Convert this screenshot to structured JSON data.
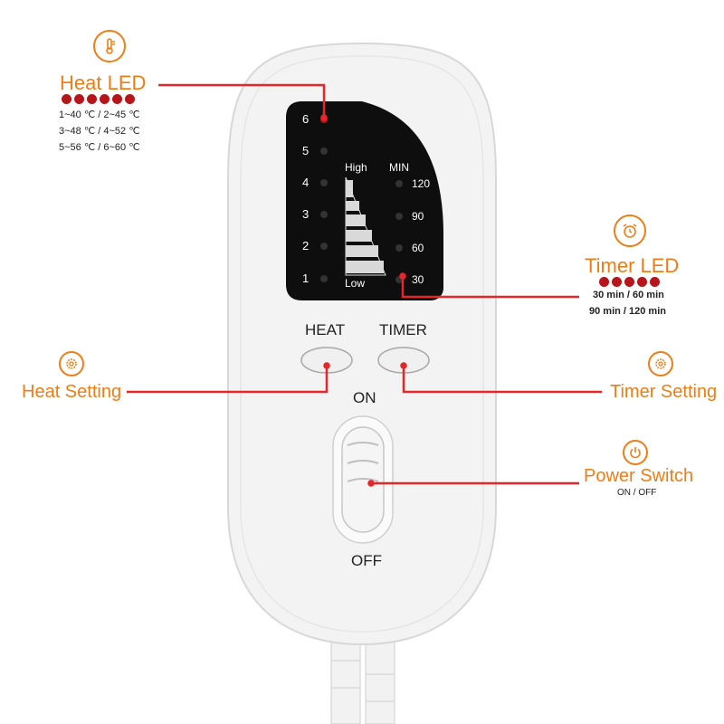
{
  "heat_led": {
    "title": "Heat LED",
    "dot_count": 6,
    "levels_line1": "1~40 ℃  /  2~45 ℃",
    "levels_line2": "3~48 ℃  /  4~52 ℃",
    "levels_line3": "5~56 ℃  /  6~60 ℃",
    "icon": "thermometer-icon"
  },
  "timer_led": {
    "title": "Timer LED",
    "dot_count": 5,
    "times_line1": "30 min  /  60 min",
    "times_line2": "90 min  /  120 min",
    "icon": "alarm-clock-icon"
  },
  "heat_setting": {
    "title": "Heat Setting",
    "icon": "gear-icon"
  },
  "timer_setting": {
    "title": "Timer Setting",
    "icon": "gear-icon"
  },
  "power_switch": {
    "title": "Power Switch",
    "sub": "ON / OFF",
    "icon": "power-icon"
  },
  "device": {
    "heat_levels": [
      "6",
      "5",
      "4",
      "3",
      "2",
      "1"
    ],
    "high_label": "High",
    "low_label": "Low",
    "min_label": "MIN",
    "timer_values": [
      "120",
      "90",
      "60",
      "30"
    ],
    "heat_button": "HEAT",
    "timer_button": "TIMER",
    "on_label": "ON",
    "off_label": "OFF"
  },
  "colors": {
    "accent": "#ef7d14",
    "led_red": "#b8141c",
    "line_red": "#e8262a",
    "panel": "#0e0e0e"
  }
}
